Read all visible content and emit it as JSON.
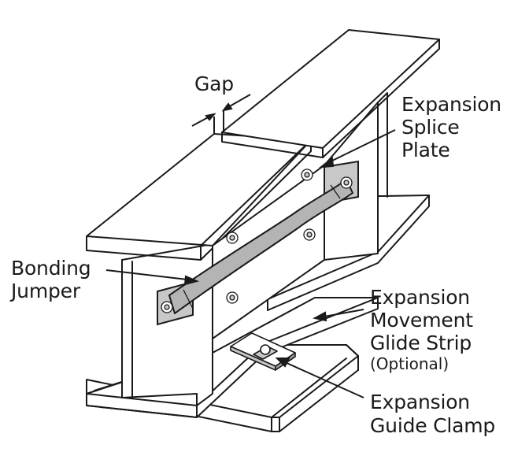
{
  "labels": {
    "gap": "Gap",
    "splice_line1": "Expansion",
    "splice_line2": "Splice",
    "splice_line3": "Plate",
    "jumper_line1": "Bonding",
    "jumper_line2": "Jumper",
    "glide_line1": "Expansion",
    "glide_line2": "Movement",
    "glide_line3": "Glide Strip",
    "glide_line4": "(Optional)",
    "clamp_line1": "Expansion",
    "clamp_line2": "Guide Clamp"
  },
  "colors": {
    "line": "#1a1a1a",
    "background": "#ffffff",
    "plate_fill": "#c8c8c8",
    "jumper_fill": "#b4b4b4"
  }
}
